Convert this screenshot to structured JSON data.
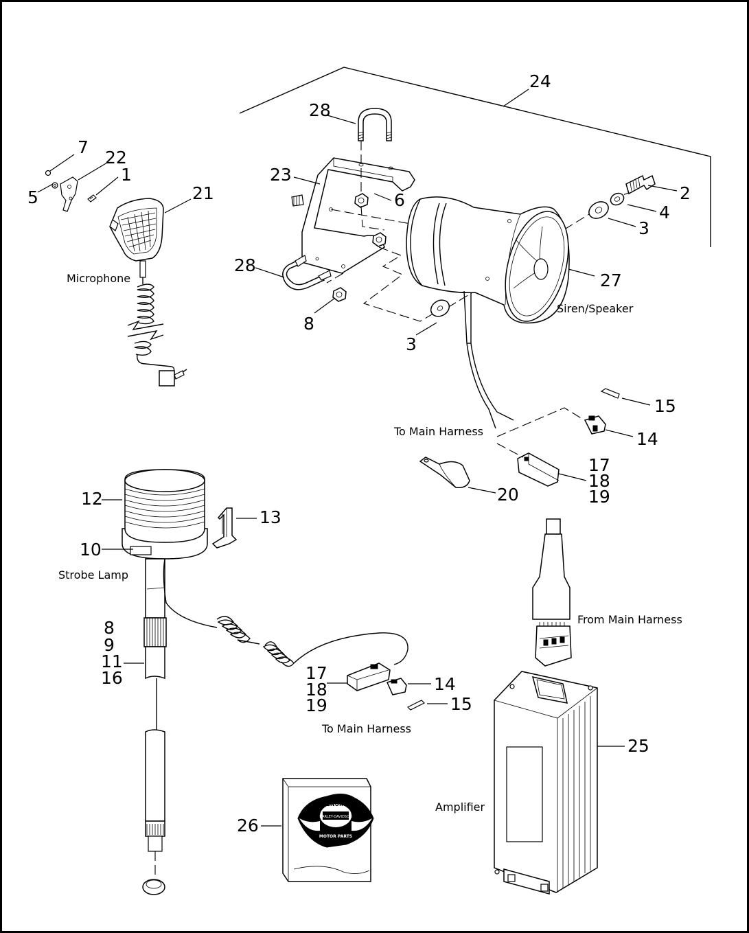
{
  "diagram": {
    "callouts": {
      "c1": "1",
      "c2": "2",
      "c3a": "3",
      "c3b": "3",
      "c4": "4",
      "c5": "5",
      "c6": "6",
      "c7": "7",
      "c8a": "8",
      "c8b": "8",
      "c9": "9",
      "c10": "10",
      "c11": "11",
      "c12": "12",
      "c13": "13",
      "c14a": "14",
      "c14b": "14",
      "c15a": "15",
      "c15b": "15",
      "c16": "16",
      "c17a": "17",
      "c17b": "17",
      "c18a": "18",
      "c18b": "18",
      "c19a": "19",
      "c19b": "19",
      "c20": "20",
      "c21": "21",
      "c22": "22",
      "c23": "23",
      "c24": "24",
      "c25": "25",
      "c26": "26",
      "c27": "27",
      "c28a": "28",
      "c28b": "28"
    },
    "captions": {
      "microphone": "Microphone",
      "siren_speaker": "Siren/Speaker",
      "to_main_harness_top": "To Main Harness",
      "strobe_lamp": "Strobe Lamp",
      "from_main_harness": "From Main Harness",
      "to_main_harness_bottom": "To Main Harness",
      "amplifier": "Amplifier"
    },
    "badge": {
      "line1": "GENUINE",
      "line2": "HARLEY-DAVIDSON",
      "line3": "MOTOR PARTS"
    }
  }
}
